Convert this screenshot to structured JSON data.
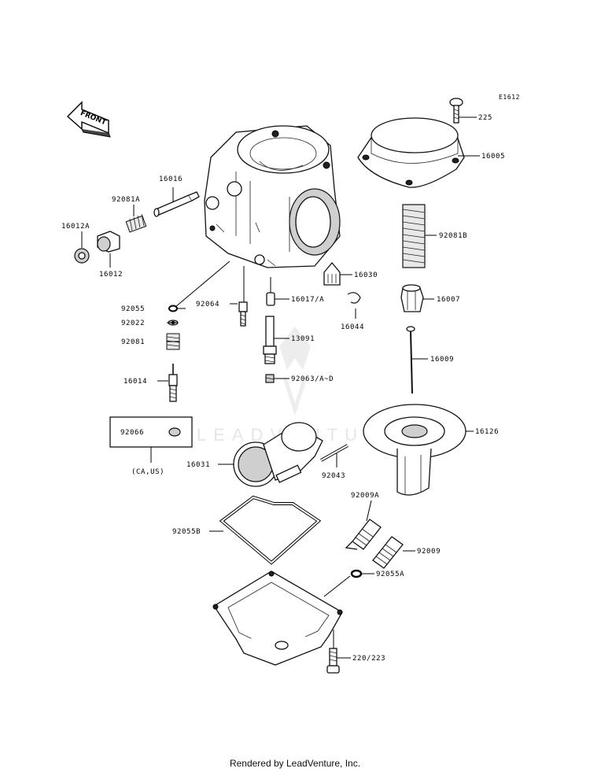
{
  "diagram_code": "E1612",
  "front_label": "FRONT",
  "watermark": "LEADVENTURE",
  "footer": "Rendered by LeadVenture, Inc.",
  "box_note": "(CA,US)",
  "labels": {
    "p225": "225",
    "p16005": "16005",
    "p16016": "16016",
    "p92081A": "92081A",
    "p16012A": "16012A",
    "p16012": "16012",
    "p92081B": "92081B",
    "p16030": "16030",
    "p92055": "92055",
    "p92064": "92064",
    "p16017A": "16017/A",
    "p16007": "16007",
    "p16044": "16044",
    "p92022": "92022",
    "p92081": "92081",
    "p13091": "13091",
    "p16009": "16009",
    "p16014": "16014",
    "p92063": "92063/A~D",
    "p92066": "92066",
    "p16126": "16126",
    "p16031": "16031",
    "p92043": "92043",
    "p92009A": "92009A",
    "p92055B": "92055B",
    "p92009": "92009",
    "p92055A": "92055A",
    "p220223": "220/223"
  }
}
